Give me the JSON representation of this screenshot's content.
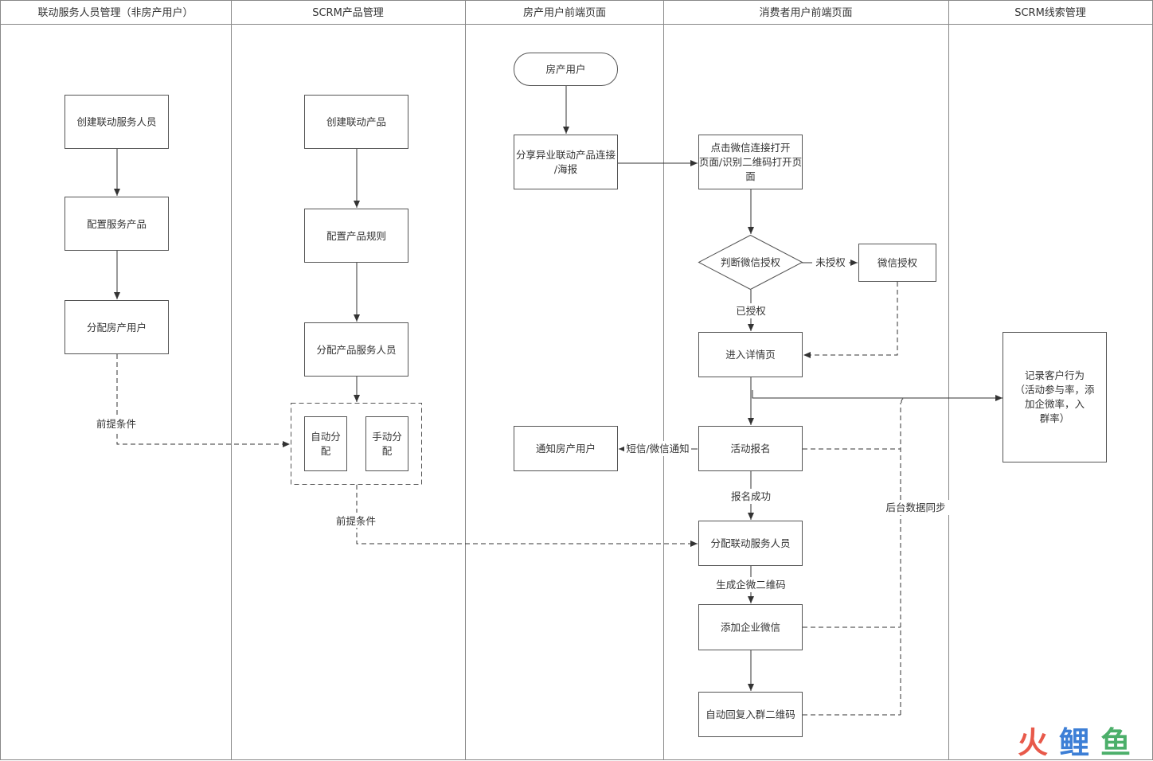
{
  "lanes": [
    "联动服务人员管理（非房产用户）",
    "SCRM产品管理",
    "房产用户前端页面",
    "消费者用户前端页面",
    "SCRM线索管理"
  ],
  "nodes": {
    "create_staff": "创建联动服务人员",
    "config_service": "配置服务产品",
    "assign_estate_user": "分配房产用户",
    "create_product": "创建联动产品",
    "config_rules": "配置产品规则",
    "assign_product_staff": "分配产品服务人员",
    "auto_assign": "自动分配",
    "manual_assign": "手动分配",
    "estate_user": "房产用户",
    "share_link": "分享异业联动产品连接/海报",
    "notify_estate_user": "通知房产用户",
    "open_page": "点击微信连接打开页面/识别二维码打开页面",
    "judge_auth": "判断微信授权",
    "wechat_auth": "微信授权",
    "enter_detail": "进入详情页",
    "signup": "活动报名",
    "assign_linked_staff": "分配联动服务人员",
    "add_wecom": "添加企业微信",
    "auto_reply_qr": "自动回复入群二维码",
    "record_behavior": "记录客户行为（活动参与率，添加企微率，入群率）"
  },
  "edge_labels": {
    "precondition_1": "前提条件",
    "precondition_2": "前提条件",
    "unauthorized": "未授权",
    "authorized": "已授权",
    "sms_notify": "短信/微信通知",
    "signup_success": "报名成功",
    "gen_qr": "生成企微二维码",
    "backend_sync": "后台数据同步"
  },
  "watermark": [
    "火",
    "鲤",
    "鱼"
  ],
  "colors": {
    "watermark_red": "#e8594a",
    "watermark_blue": "#3d7fd6",
    "watermark_green": "#4caf6a"
  }
}
